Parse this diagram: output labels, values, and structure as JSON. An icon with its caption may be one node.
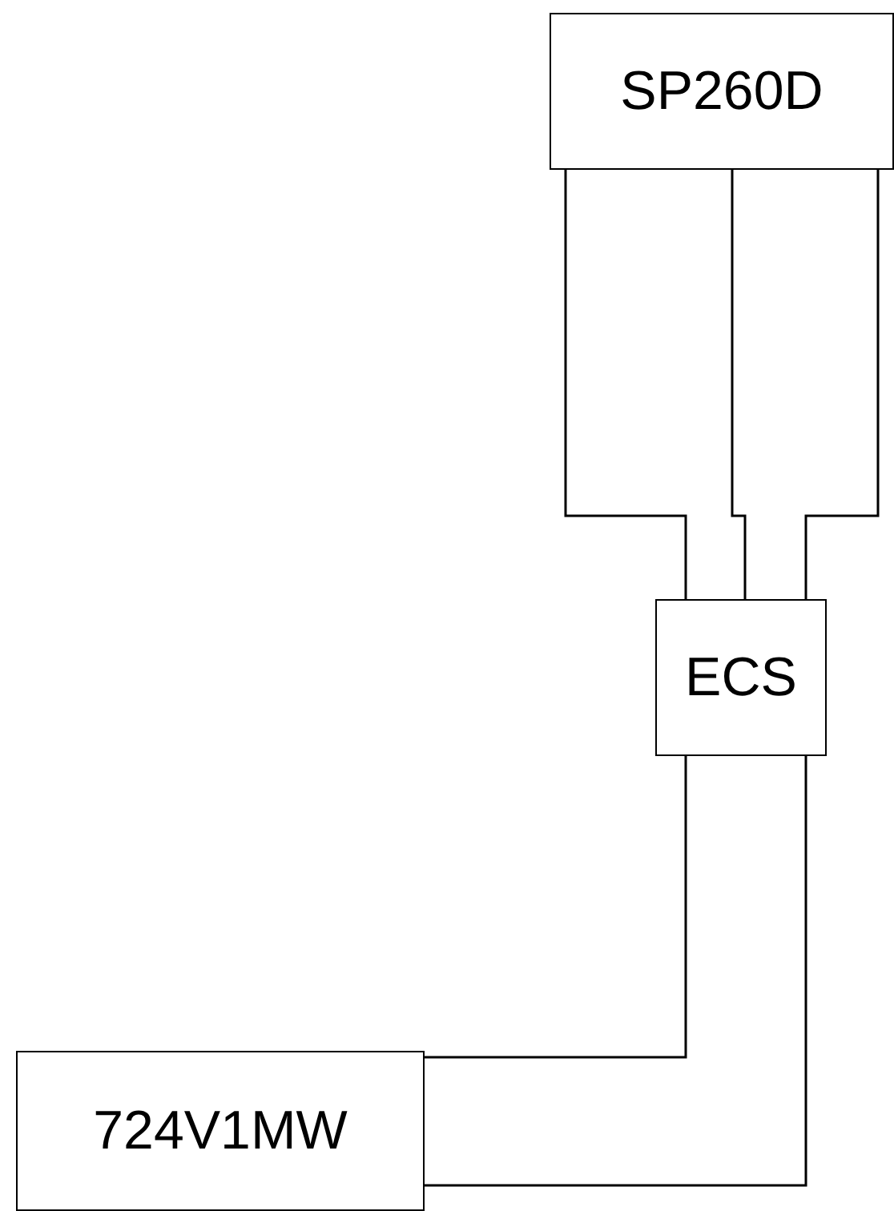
{
  "diagram": {
    "nodes": [
      {
        "text": [
          "SP260D"
        ]
      },
      {
        "text": [
          "ECS"
        ]
      },
      {
        "text": [
          "724V1MW"
        ]
      }
    ],
    "edges": [
      {
        "from": 0,
        "to": 1,
        "arrow": "none"
      },
      {
        "from": 0,
        "to": 1,
        "arrow": "none"
      },
      {
        "from": 0,
        "to": 1,
        "arrow": "none"
      },
      {
        "from": 1,
        "to": 2,
        "arrow": "none"
      },
      {
        "from": 1,
        "to": 2,
        "arrow": "none"
      }
    ]
  }
}
